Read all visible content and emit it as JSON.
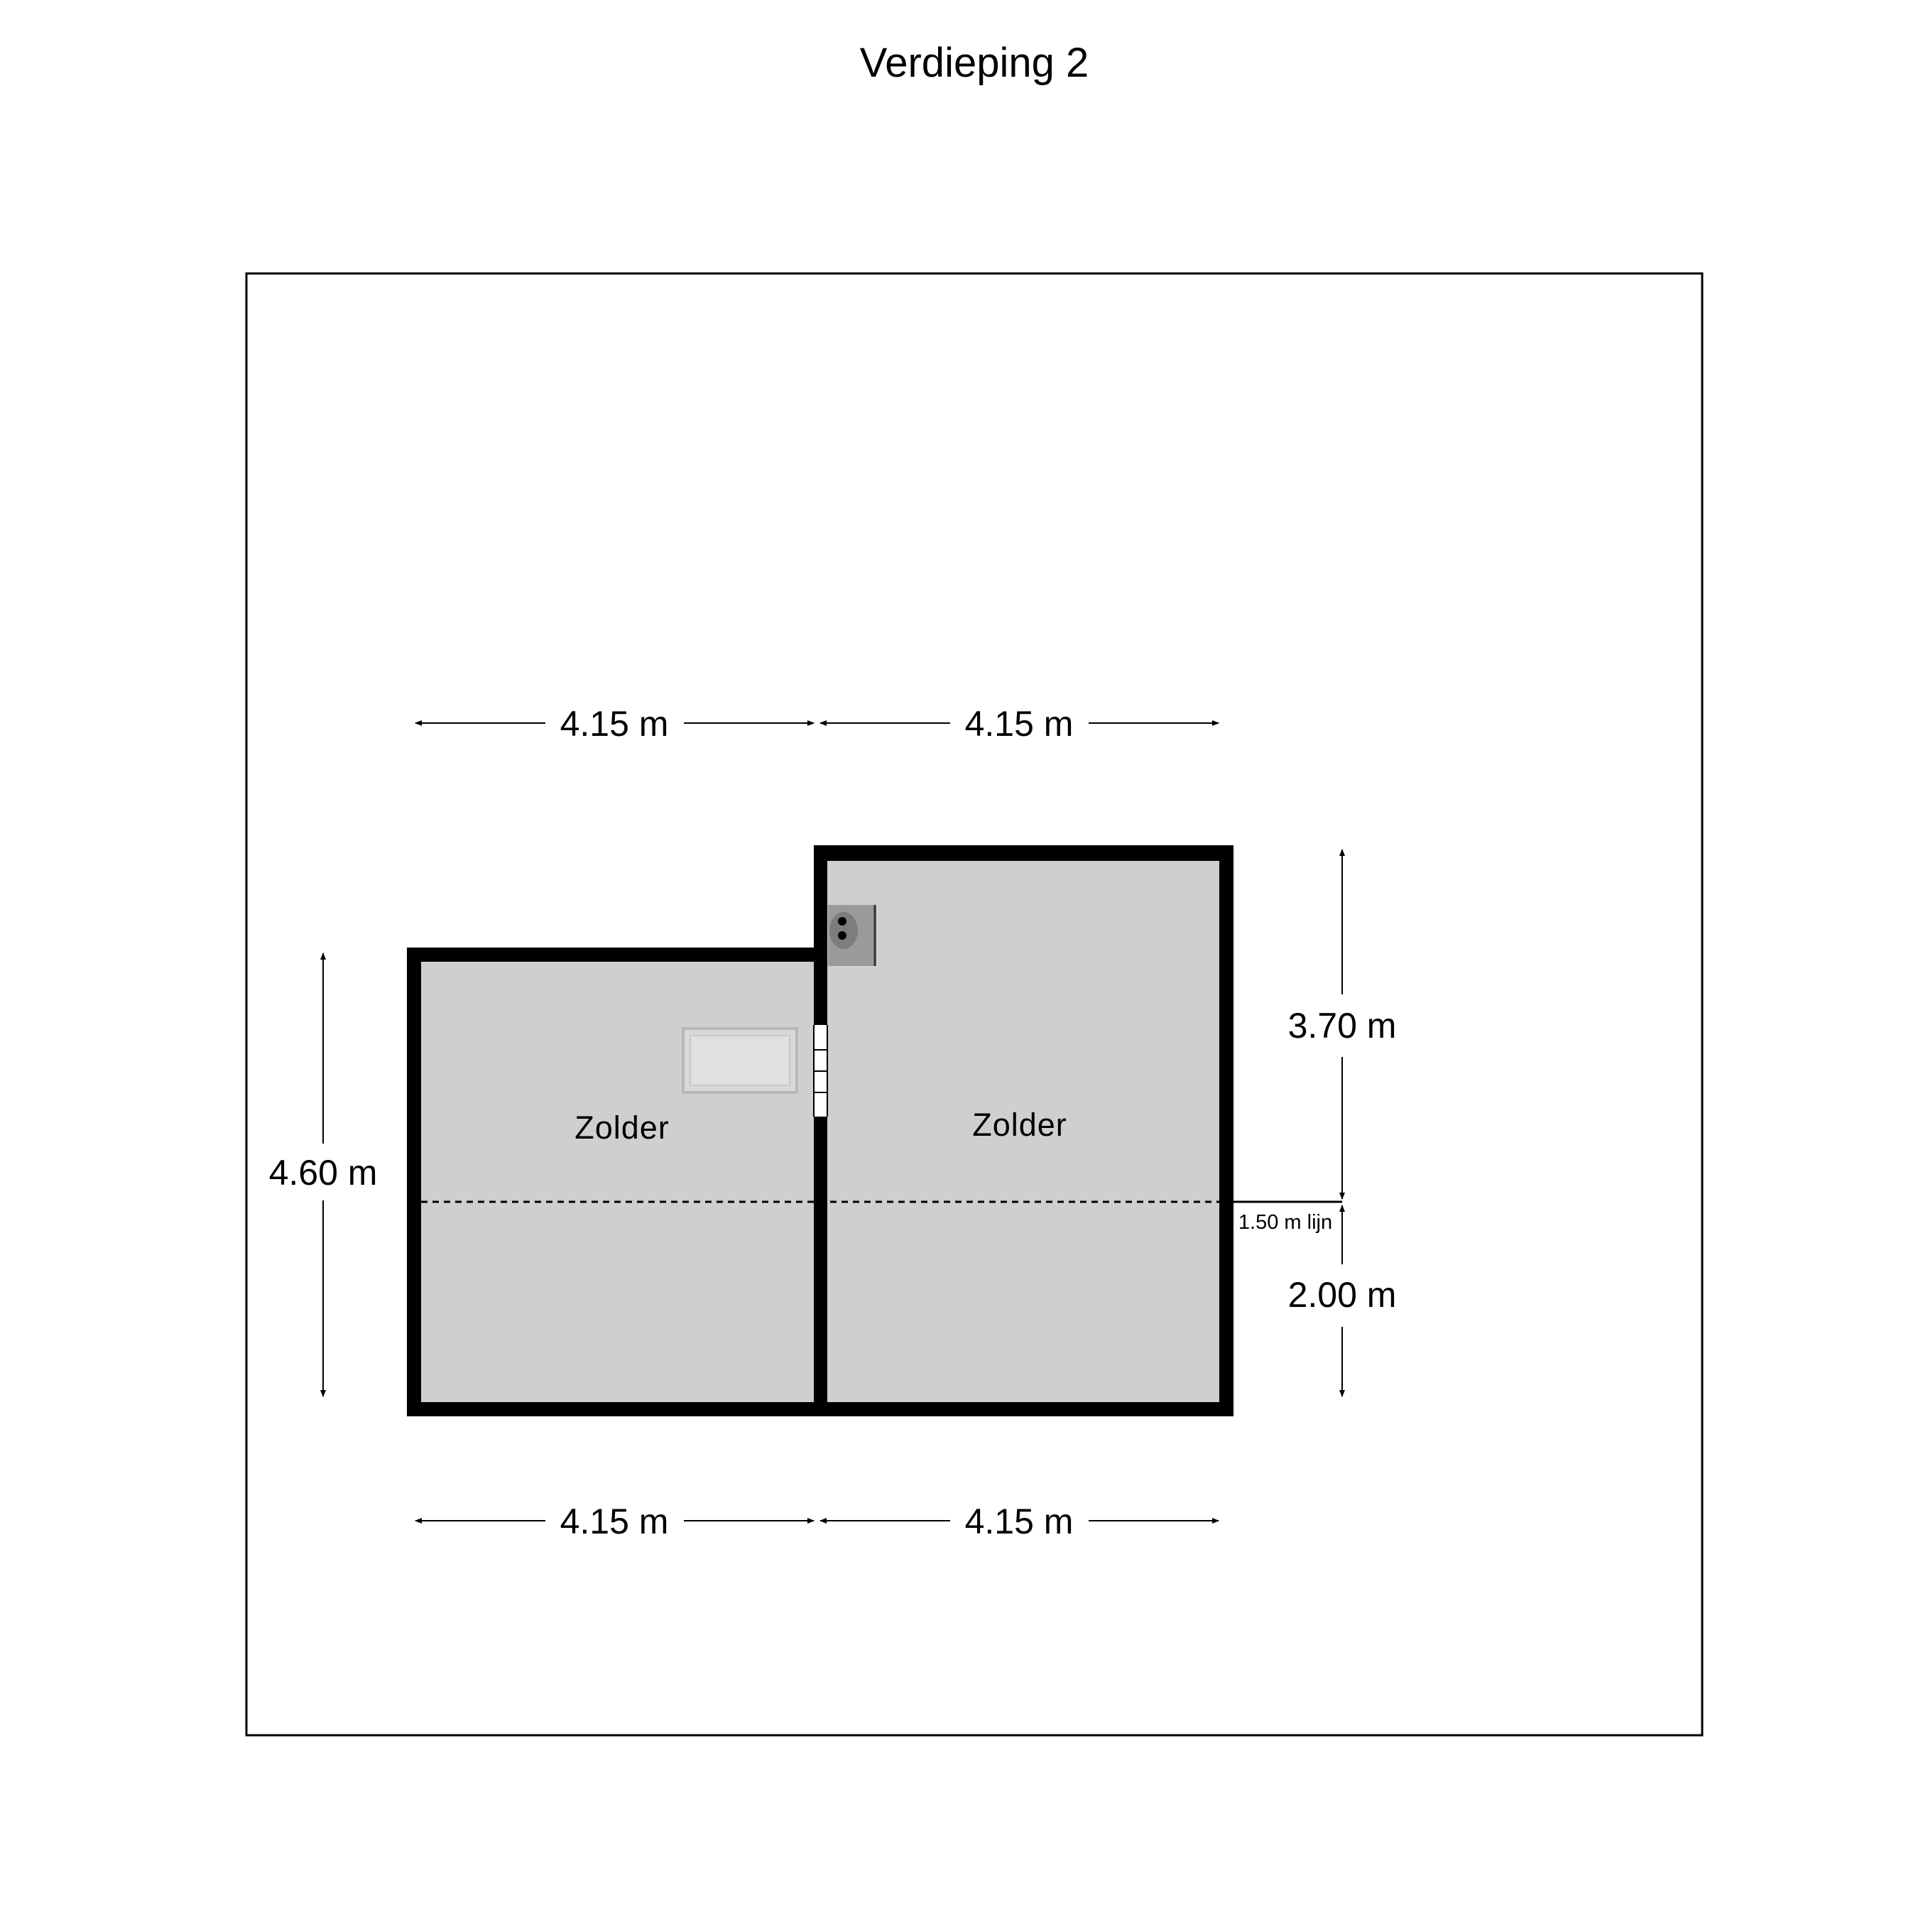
{
  "title": "Verdieping 2",
  "rooms": {
    "left_label": "Zolder",
    "right_label": "Zolder"
  },
  "dimensions": {
    "top_left": "4.15 m",
    "top_right": "4.15 m",
    "bottom_left": "4.15 m",
    "bottom_right": "4.15 m",
    "left_height": "4.60 m",
    "right_upper": "3.70 m",
    "right_lower": "2.00 m",
    "line_label": "1.50 m lijn"
  },
  "colors": {
    "wall": "#000000",
    "floor": "#cfcfcf",
    "background": "#ffffff"
  }
}
